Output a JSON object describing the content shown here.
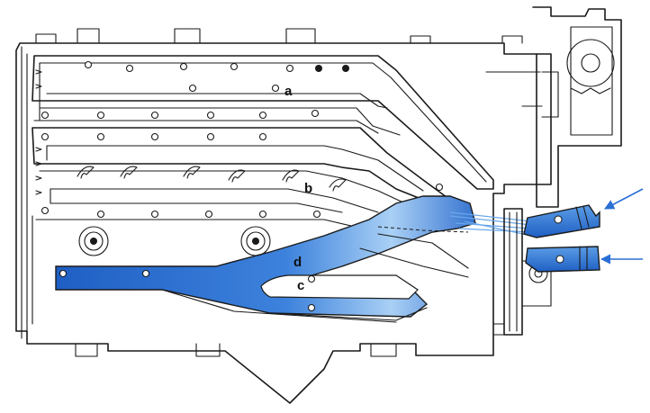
{
  "labels": {
    "a": "a",
    "b": "b",
    "c": "c",
    "d": "d"
  },
  "colors": {
    "flow_dark": "#1f5fc4",
    "flow_light": "#8fc0f2",
    "arrow": "#2a6fd6",
    "outline": "#1a1a1a"
  },
  "icons": {
    "inlet_arrow_upper": "arrow-icon",
    "inlet_arrow_lower": "arrow-icon"
  }
}
